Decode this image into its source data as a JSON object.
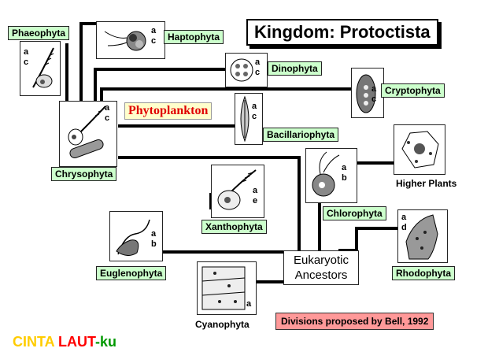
{
  "title": "Kingdom: Protoctista",
  "highlight": "Phytoplankton",
  "note": "Divisions proposed by Bell, 1992",
  "root": "Eukaryotic\nAncestors",
  "brand": {
    "part1": "CINTA ",
    "part2": "LAUT",
    "part3": "-ku",
    "color1": "#ffcc00",
    "color2": "#ff0000",
    "color3": "#009900"
  },
  "colors": {
    "label_bg": "#ccffcc",
    "note_bg": "#ff9999",
    "highlight_text": "#e00000",
    "highlight_bg": "#ffffcc"
  },
  "taxa": {
    "phaeophyta": {
      "name": "Phaeophyta",
      "letters": "a\nc"
    },
    "haptophyta": {
      "name": "Haptophyta",
      "letters": "a\nc"
    },
    "dinophyta": {
      "name": "Dinophyta",
      "letters": "a\nc"
    },
    "cryptophyta": {
      "name": "Cryptophyta",
      "letters": "a\nc"
    },
    "chrysophyta": {
      "name": "Chrysophyta",
      "letters": "a\nc"
    },
    "bacillariophyta": {
      "name": "Bacillariophyta",
      "letters": "a\nc"
    },
    "xanthophyta": {
      "name": "Xanthophyta",
      "letters": "a\ne"
    },
    "chlorophyta": {
      "name": "Chlorophyta",
      "letters": "a\nb"
    },
    "higher_plants": {
      "name": "Higher Plants"
    },
    "euglenophyta": {
      "name": "Euglenophyta",
      "letters": "a\nb"
    },
    "rhodophyta": {
      "name": "Rhodophyta",
      "letters": "a\nd"
    },
    "cyanophyta": {
      "name": "Cyanophyta",
      "letters": "a"
    }
  }
}
